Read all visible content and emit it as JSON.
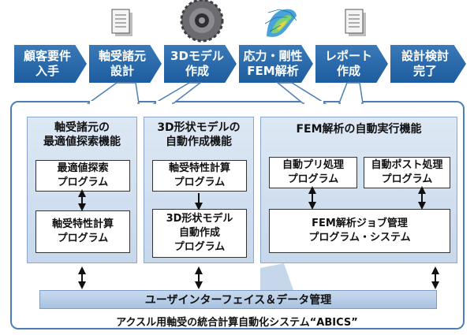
{
  "steps": [
    {
      "label": "顧客要件\n入手"
    },
    {
      "label": "軸受諸元\n設計"
    },
    {
      "label": "3Dモデル\n作成"
    },
    {
      "label": "応力・剛性\nFEM解析"
    },
    {
      "label": "レポート\n作成"
    },
    {
      "label": "設計検討\n完了"
    }
  ],
  "panels": {
    "left": {
      "title": "軸受諸元の\n最適値探索機能",
      "prog1": "最適値探索\nプログラム",
      "prog2": "軸受特性計算\nプログラム"
    },
    "middle": {
      "title": "3D形状モデルの\n自動作成機能",
      "prog1": "軸受特性計算\nプログラム",
      "prog2": "3D形状モデル\n自動作成\nプログラム"
    },
    "right": {
      "title": "FEM解析の自動実行機能",
      "prog1": "自動プリ処理\nプログラム",
      "prog2": "自動ポスト処理\nプログラム",
      "prog3": "FEM解析ジョブ管理\nプログラム・システム"
    }
  },
  "interface_bar": "ユーザインターフェイス＆データ管理",
  "caption": "アクスル用軸受の統合計算自動化システム“ABICS”",
  "icons": [
    "document-icon",
    "bearing-icon",
    "fem-mesh-icon",
    "document-icon"
  ],
  "colors": {
    "arrow": "#1d5c9e",
    "panel": "#c7d8ec",
    "border": "#4d7fb5"
  }
}
